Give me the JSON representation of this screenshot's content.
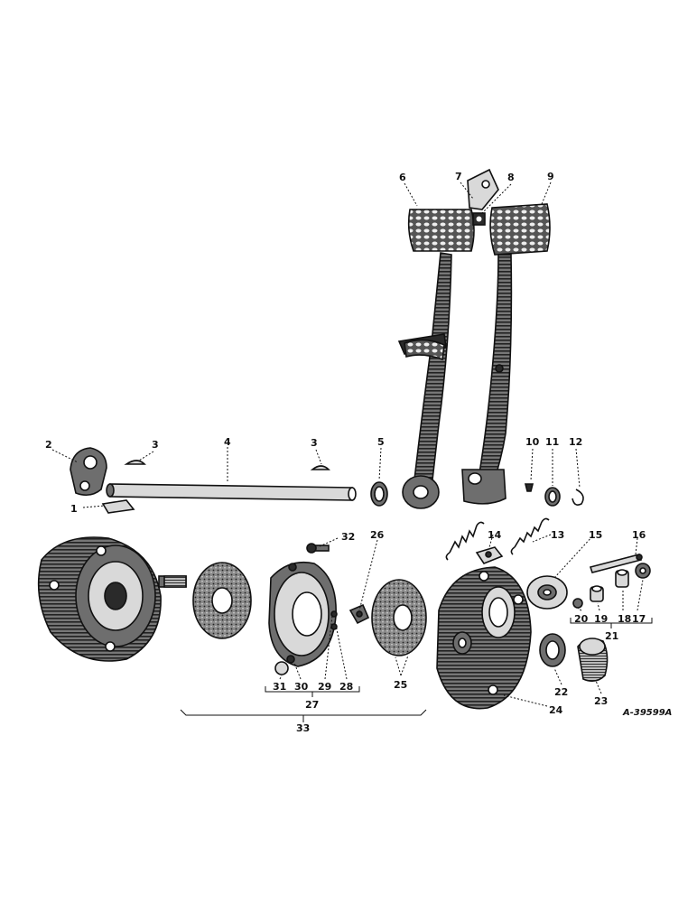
{
  "drawing_ref": "A-39599A",
  "callouts": {
    "c1": "1",
    "c2": "2",
    "c3a": "3",
    "c3b": "3",
    "c4": "4",
    "c5": "5",
    "c6": "6",
    "c7": "7",
    "c8": "8",
    "c9": "9",
    "c10": "10",
    "c11": "11",
    "c12": "12",
    "c13": "13",
    "c14": "14",
    "c15": "15",
    "c16": "16",
    "c17": "17",
    "c18": "18",
    "c19": "19",
    "c20": "20",
    "c21": "21",
    "c22": "22",
    "c23": "23",
    "c24": "24",
    "c25": "25",
    "c26": "26",
    "c27": "27",
    "c28": "28",
    "c29": "29",
    "c30": "30",
    "c31": "31",
    "c32": "32",
    "c33": "33"
  }
}
